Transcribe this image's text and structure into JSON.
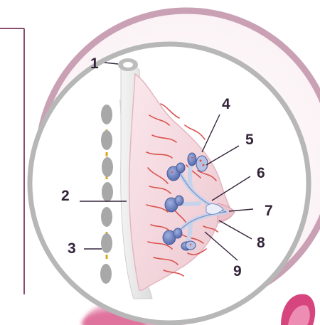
{
  "diagram": {
    "labels": [
      {
        "id": "label-1",
        "text": "1"
      },
      {
        "id": "label-2",
        "text": "2"
      },
      {
        "id": "label-3",
        "text": "3"
      },
      {
        "id": "label-4",
        "text": "4"
      },
      {
        "id": "label-5",
        "text": "5"
      },
      {
        "id": "label-6",
        "text": "6"
      },
      {
        "id": "label-7",
        "text": "7"
      },
      {
        "id": "label-8",
        "text": "8"
      },
      {
        "id": "label-9",
        "text": "9"
      }
    ]
  },
  "colors": {
    "ring_outer": "#c9a0b4",
    "ring_inner": "#b7b7b7",
    "tissue": "#f4d9de",
    "vessel": "#d9534f",
    "lobule": "#6a7fbf",
    "duct": "#c7d3ea",
    "flower": "#d6457e",
    "frame_line": "#8a4d6e",
    "text": "#34243a"
  }
}
